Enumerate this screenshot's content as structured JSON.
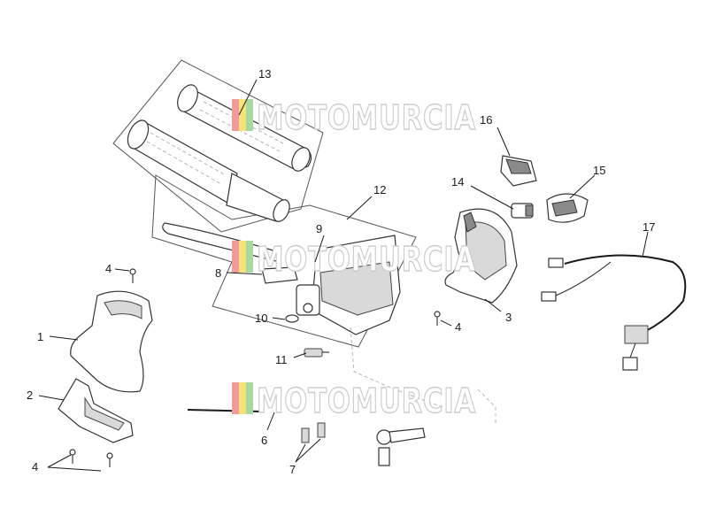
{
  "watermark": {
    "text": "MOTOMURCIA",
    "stripe_colors": [
      "#f29b9b",
      "#f5e27a",
      "#a7d9a0"
    ]
  },
  "labels": {
    "p1": "1",
    "p2": "2",
    "p3": "3",
    "p4a": "4",
    "p4b": "4",
    "p4c": "4",
    "p6": "6",
    "p7": "7",
    "p8": "8",
    "p9": "9",
    "p10": "10",
    "p11": "11",
    "p12": "12",
    "p13": "13",
    "p14": "14",
    "p15": "15",
    "p16": "16",
    "p17": "17"
  }
}
